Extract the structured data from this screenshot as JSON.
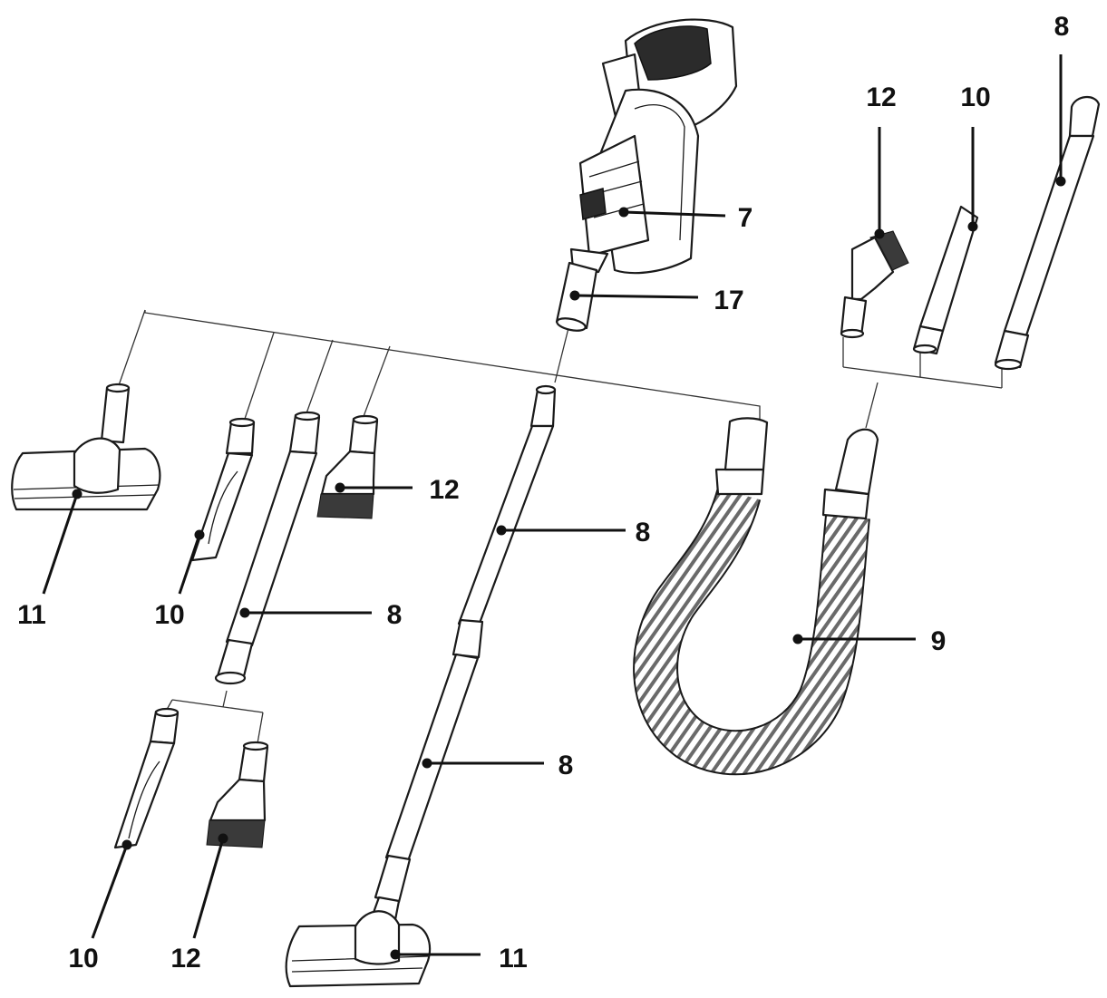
{
  "callouts": {
    "c7": "7",
    "c17": "17",
    "c12a": "12",
    "c10a": "10",
    "c8a": "8",
    "c12b": "12",
    "c8b": "8",
    "c11a": "11",
    "c10b": "10",
    "c8c": "8",
    "c9": "9",
    "c8d": "8",
    "c10c": "10",
    "c12c": "12",
    "c11b": "11"
  }
}
